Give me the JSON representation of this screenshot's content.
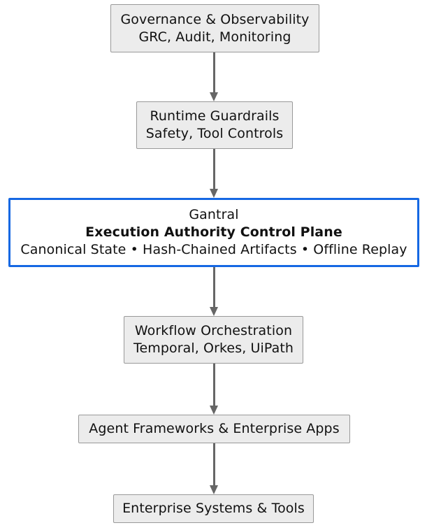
{
  "diagram": {
    "type": "flowchart",
    "direction": "top-to-bottom",
    "colors": {
      "node_fill": "#ececec",
      "node_border": "#999999",
      "highlight_fill": "#ffffff",
      "highlight_border": "#1668e3",
      "arrow": "#666666",
      "text": "#111111"
    },
    "nodes": [
      {
        "id": "governance",
        "title": "Governance & Observability",
        "subtitle": "GRC, Audit, Monitoring",
        "highlighted": false
      },
      {
        "id": "runtime",
        "title": "Runtime Guardrails",
        "subtitle": "Safety, Tool Controls",
        "highlighted": false
      },
      {
        "id": "gantral",
        "title": "Gantral",
        "subtitle": "Execution Authority Control Plane",
        "detail": "Canonical State • Hash-Chained Artifacts • Offline Replay",
        "highlighted": true
      },
      {
        "id": "workflow",
        "title": "Workflow Orchestration",
        "subtitle": "Temporal, Orkes, UiPath",
        "highlighted": false
      },
      {
        "id": "agent",
        "title": "Agent Frameworks & Enterprise Apps",
        "highlighted": false
      },
      {
        "id": "enterprise",
        "title": "Enterprise Systems & Tools",
        "highlighted": false
      }
    ],
    "edges": [
      {
        "id": "edge-1",
        "from": "governance",
        "to": "runtime"
      },
      {
        "id": "edge-2",
        "from": "runtime",
        "to": "gantral"
      },
      {
        "id": "edge-3",
        "from": "gantral",
        "to": "workflow"
      },
      {
        "id": "edge-4",
        "from": "workflow",
        "to": "agent"
      },
      {
        "id": "edge-5",
        "from": "agent",
        "to": "enterprise"
      }
    ]
  }
}
